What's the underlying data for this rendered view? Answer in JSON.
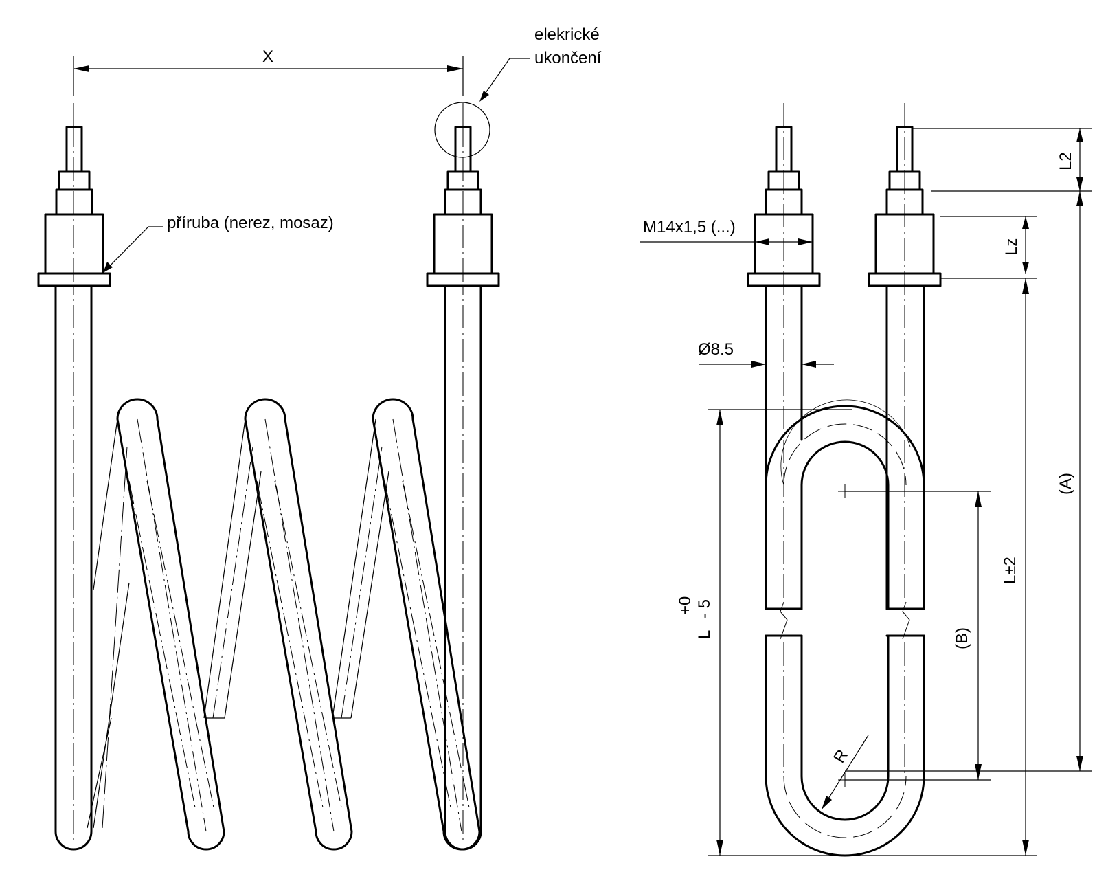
{
  "labels": {
    "x_dim": "X",
    "terminal": [
      "elekrické",
      "ukončení"
    ],
    "flange": "příruba (nerez, mosaz)",
    "thread": "M14x1,5 (...)",
    "diameter": "Ø8.5",
    "l2": "L2",
    "lz": "Lz",
    "a": "(A)",
    "l_tol": "L±2",
    "b": "(B)",
    "l_main": "L",
    "l_upper": "+0",
    "l_lower": "- 5",
    "radius": "R"
  }
}
